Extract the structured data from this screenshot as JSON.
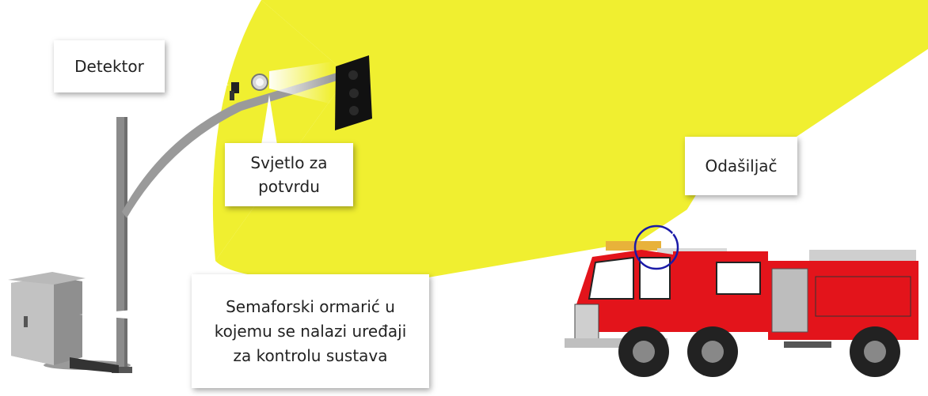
{
  "labels": {
    "detektor": "Detektor",
    "svjetlo": "Svjetlo za potvrdu",
    "odasiljac": "Odašiljač",
    "ormaric": "Semaforski ormarić u kojemu se nalazi uređaji za kontrolu sustava"
  },
  "colors": {
    "beam": "#f0ef30",
    "marker_circle": "#1a1aa8",
    "truck_red": "#e3141b",
    "pole_gray": "#8c8c8c",
    "signal_black": "#111111"
  }
}
